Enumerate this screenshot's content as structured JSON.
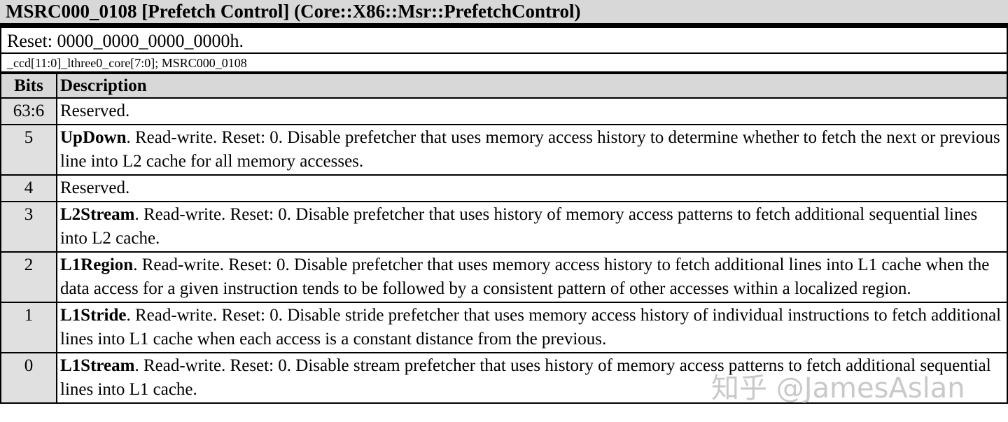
{
  "title": "MSRC000_0108 [Prefetch Control] (Core::X86::Msr::PrefetchControl)",
  "reset_line": "Reset: 0000_0000_0000_0000h.",
  "instance_line": "_ccd[11:0]_lthree0_core[7:0]; MSRC000_0108",
  "colors": {
    "title_bg": "#d8d8d8",
    "header_bg": "#d8d8d8",
    "bits_cell_bg": "#e0e0e0",
    "border": "#000000",
    "watermark": "#b5b5b5"
  },
  "table": {
    "headers": {
      "bits": "Bits",
      "description": "Description"
    },
    "rows": [
      {
        "bits": "63:6",
        "field": "",
        "desc": "Reserved."
      },
      {
        "bits": "5",
        "field": "UpDown",
        "desc": ". Read-write. Reset: 0. Disable prefetcher that uses memory access history to determine whether to fetch the next or previous line into L2 cache for all memory accesses."
      },
      {
        "bits": "4",
        "field": "",
        "desc": "Reserved."
      },
      {
        "bits": "3",
        "field": "L2Stream",
        "desc": ". Read-write. Reset: 0. Disable prefetcher that uses history of memory access patterns to fetch additional sequential lines into L2 cache."
      },
      {
        "bits": "2",
        "field": "L1Region",
        "desc": ". Read-write. Reset: 0. Disable prefetcher that uses memory access history to fetch additional lines into L1 cache when the data access for a given instruction tends to be followed by a consistent pattern of other accesses within a localized region."
      },
      {
        "bits": "1",
        "field": "L1Stride",
        "desc": ". Read-write. Reset: 0. Disable stride prefetcher that uses memory access history of individual instructions to fetch additional lines into L1 cache when each access is a constant distance from the previous."
      },
      {
        "bits": "0",
        "field": "L1Stream",
        "desc": ". Read-write. Reset: 0. Disable stream prefetcher that uses history of memory access patterns to fetch additional sequential lines into L1 cache."
      }
    ]
  },
  "watermark": "知乎 @JamesAslan"
}
